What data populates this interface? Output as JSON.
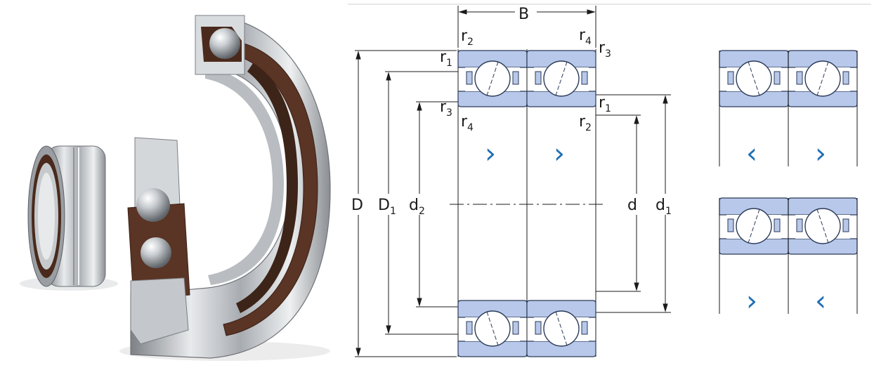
{
  "labels": {
    "B": "B",
    "D": "D",
    "D1": {
      "base": "D",
      "sub": "1"
    },
    "d2": {
      "base": "d",
      "sub": "2"
    },
    "d": "d",
    "d1": {
      "base": "d",
      "sub": "1"
    },
    "r1_top": {
      "base": "r",
      "sub": "1"
    },
    "r2_top": {
      "base": "r",
      "sub": "2"
    },
    "r3_left": {
      "base": "r",
      "sub": "3"
    },
    "r4_left": {
      "base": "r",
      "sub": "4"
    },
    "r4_top": {
      "base": "r",
      "sub": "4"
    },
    "r3_top": {
      "base": "r",
      "sub": "3"
    },
    "r1_right": {
      "base": "r",
      "sub": "1"
    },
    "r2_right": {
      "base": "r",
      "sub": "2"
    }
  },
  "arrangement_arrows": {
    "main": [
      "›",
      "›"
    ],
    "back_to_back": [
      "‹",
      "›"
    ],
    "face_to_face": [
      "›",
      "‹"
    ]
  },
  "colors": {
    "ring_fill": "#b8c8ea",
    "ring_stroke": "#2b3a57",
    "line": "#1b1b1b",
    "arrow": "#1f6fb5",
    "steel": "#c4c8cc",
    "cage": "#5a3424"
  }
}
